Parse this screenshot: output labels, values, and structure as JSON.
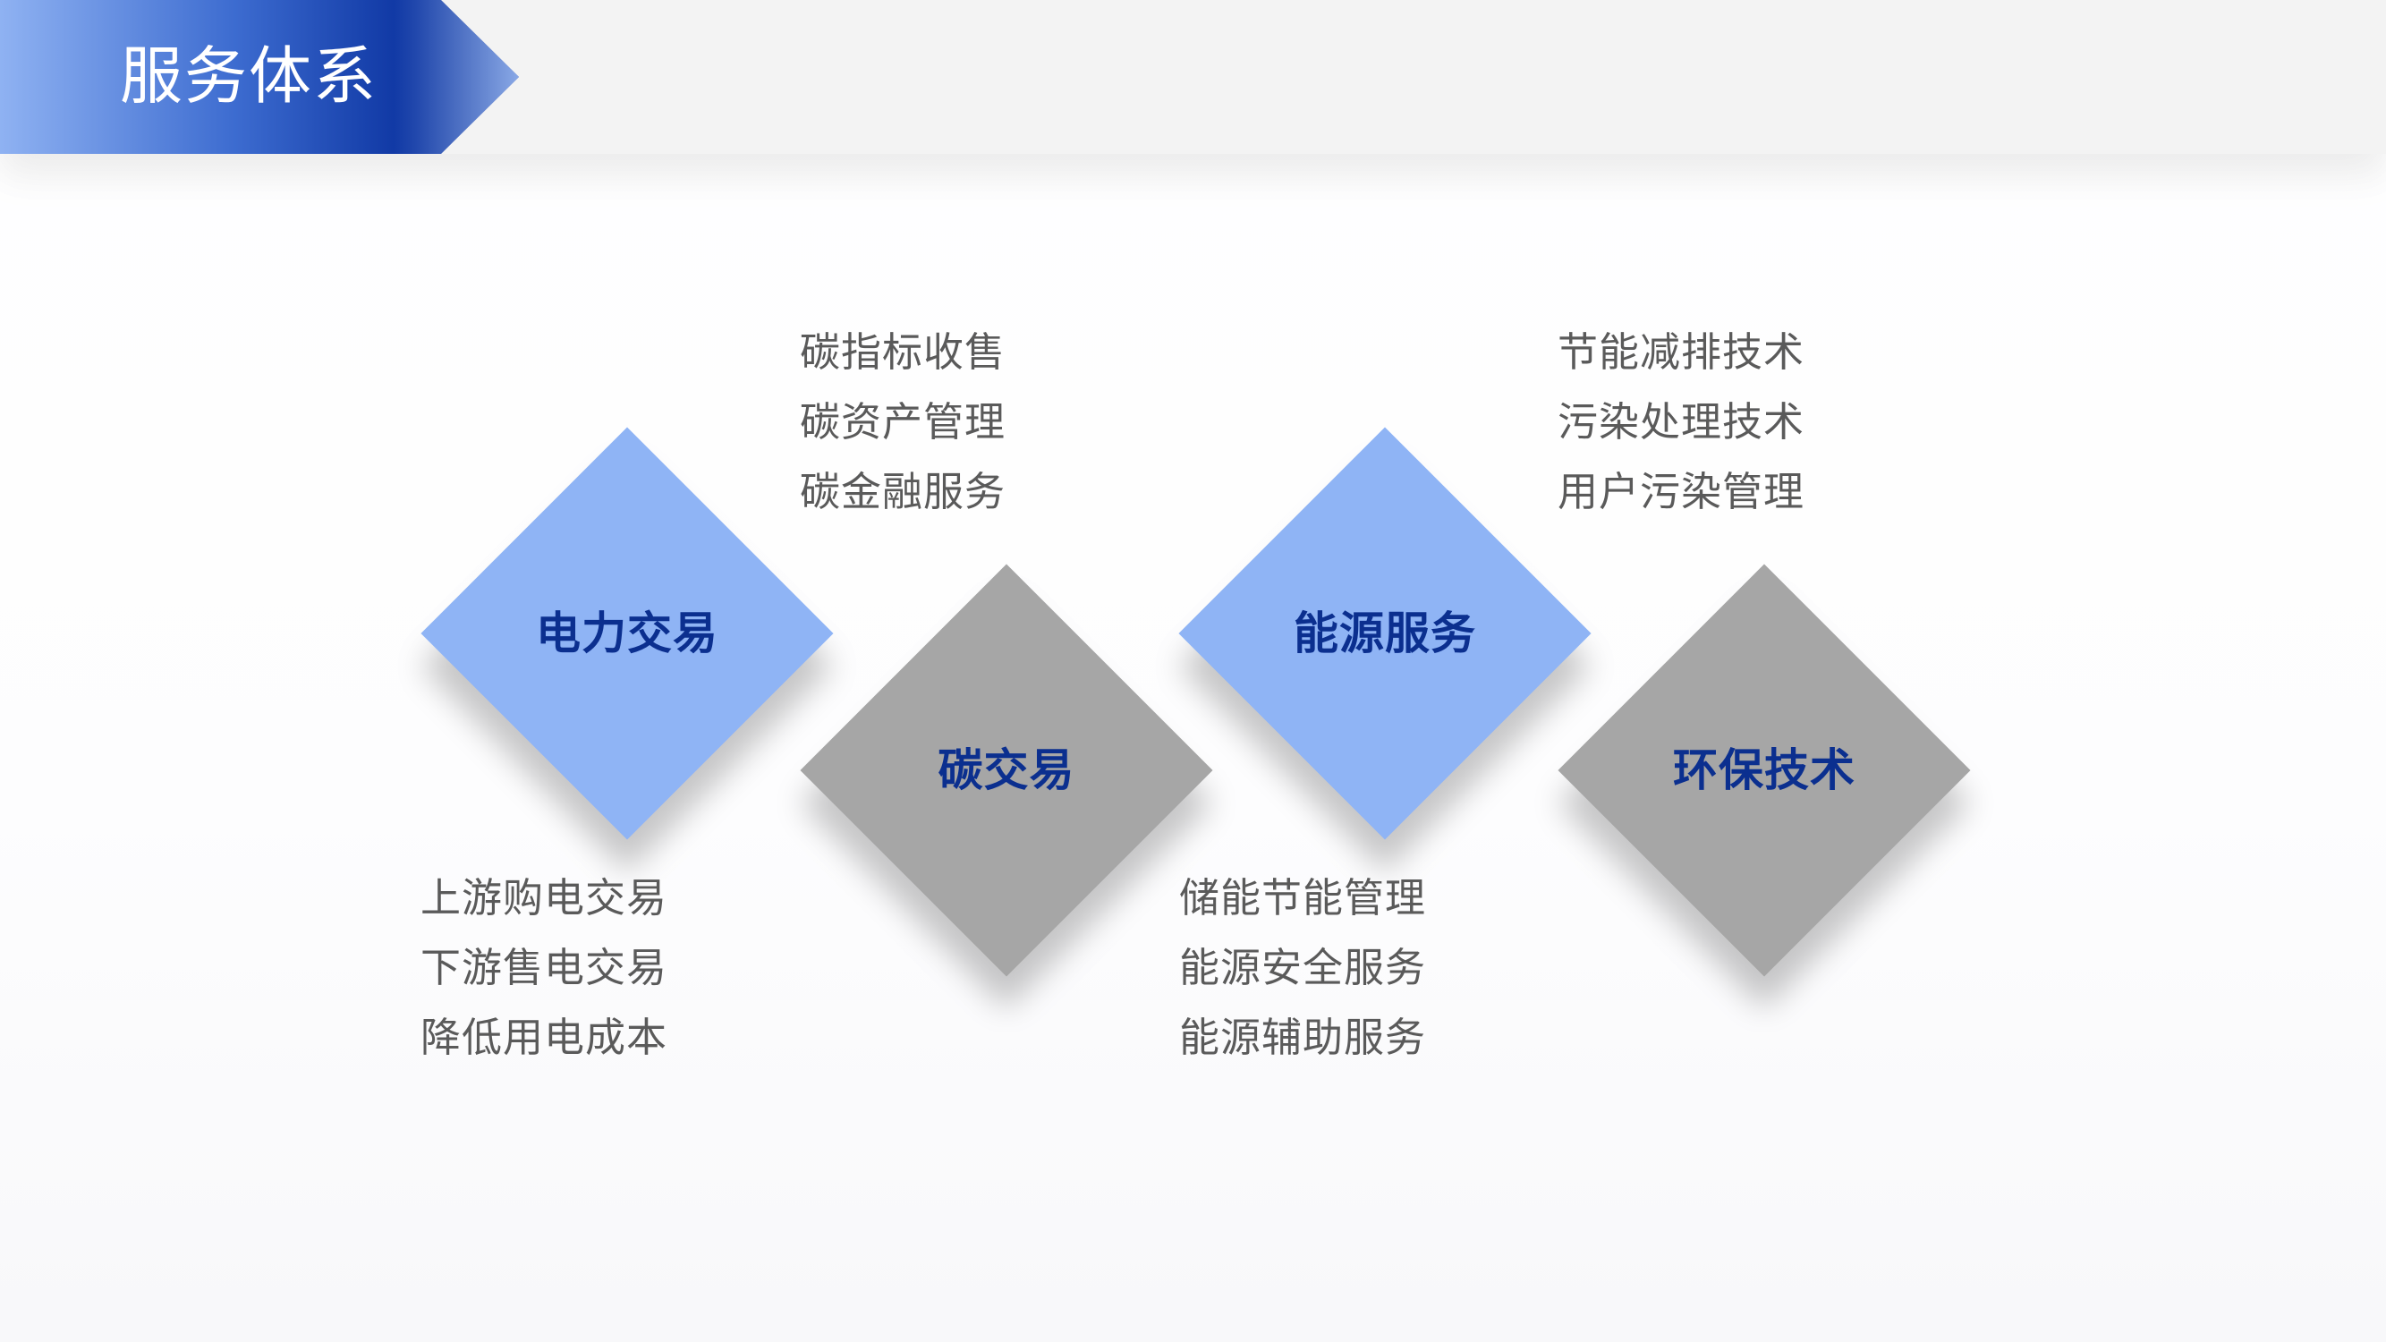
{
  "title": "服务体系",
  "services": [
    {
      "label": "电力交易",
      "color": "blue",
      "items": [
        "上游购电交易",
        "下游售电交易",
        "降低用电成本"
      ]
    },
    {
      "label": "碳交易",
      "color": "gray",
      "items": [
        "碳指标收售",
        "碳资产管理",
        "碳金融服务"
      ]
    },
    {
      "label": "能源服务",
      "color": "blue",
      "items": [
        "储能节能管理",
        "能源安全服务",
        "能源辅助服务"
      ]
    },
    {
      "label": "环保技术",
      "color": "gray",
      "items": [
        "节能减排技术",
        "污染处理技术",
        "用户污染管理"
      ]
    }
  ],
  "colors": {
    "diamond_blue": "#8fb4f5",
    "diamond_gray": "#a6a6a6",
    "label": "#0b2f8f",
    "banner_dark": "#0a2f94",
    "item_text": "#5a5a5a"
  }
}
